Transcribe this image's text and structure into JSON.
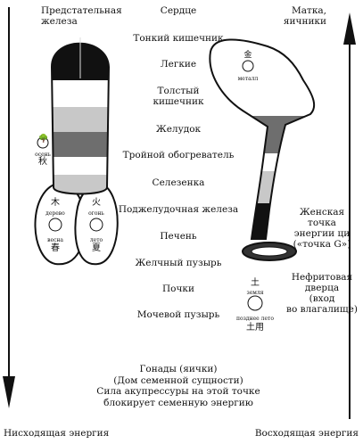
{
  "labels": {
    "prostate": "Предстательная\nжелеза",
    "heart": "Сердце",
    "uterus": "Матка,\nяичники",
    "small_intestine": "Тонкий кишечник",
    "lungs": "Легкие",
    "large_intestine": "Толстый\nкишечник",
    "stomach": "Желудок",
    "triple_heater": "Тройной обогреватель",
    "spleen": "Селезенка",
    "pancreas": "Поджелудочная железа",
    "liver": "Печень",
    "gallbladder": "Желчный пузырь",
    "kidneys": "Почки",
    "bladder": "Мочевой пузырь",
    "g_spot": "Женская\nточка\nэнергии ци\n(«точка G»)",
    "jade_gate": "Нефритовая\nдверца\n(вход\nво влагалище)",
    "gonads_note": "Гонады (яички)\n(Дом семенной сущности)\nСила акупрессуры на этой точке\nблокирует семенную энергию",
    "descending": "Нисходящая энергия",
    "ascending": "Восходящая энергия"
  },
  "glyphs": {
    "wood_char": "木",
    "wood_label": "дерево",
    "fire_char": "火",
    "fire_label": "огонь",
    "spring_label": "весна",
    "spring_char": "春",
    "summer_label": "лето",
    "summer_char": "夏",
    "metal_char": "金",
    "metal_label": "металл",
    "autumn_label": "осень",
    "autumn_char": "秋",
    "earth_char": "土",
    "earth_label": "земля",
    "late_summer_label": "позднее лето",
    "late_summer_char": "土用"
  },
  "colors": {
    "ink": "#111111",
    "band_dark": "#6e6e6e",
    "band_light": "#c8c8c8",
    "band_white": "#ffffff"
  }
}
